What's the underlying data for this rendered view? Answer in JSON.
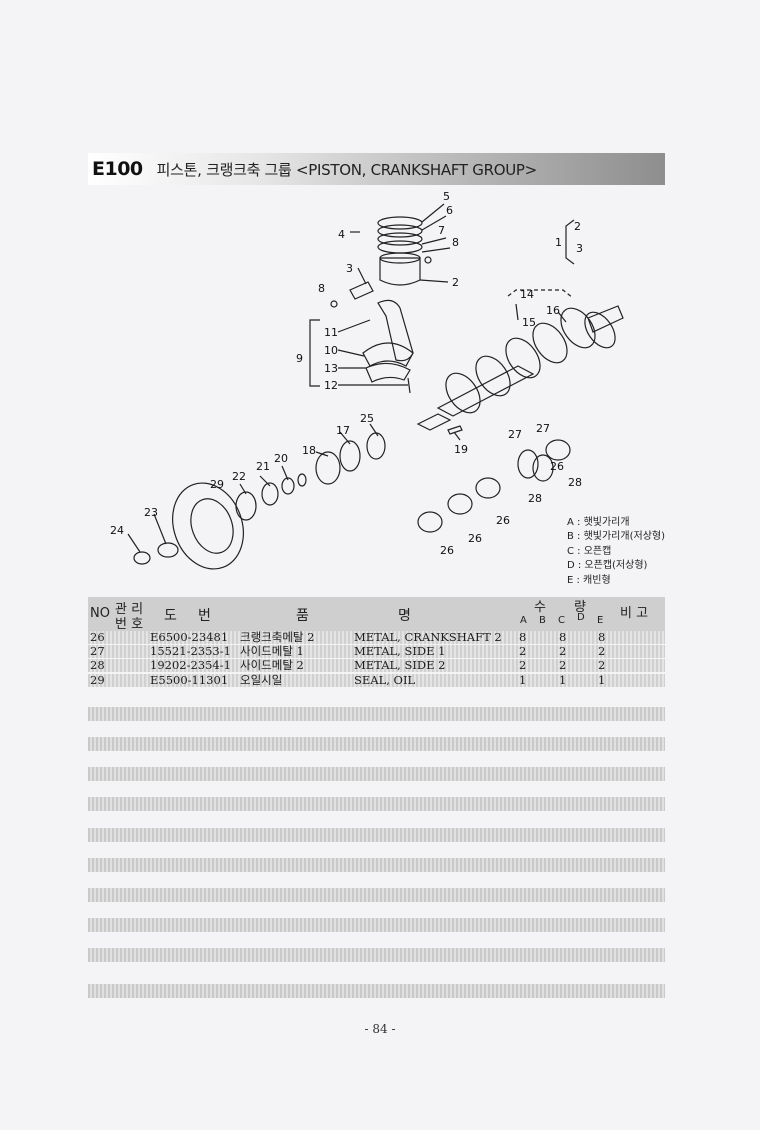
{
  "header": {
    "code": "E100",
    "title": "피스톤, 크랭크축 그룹 <PISTON, CRANKSHAFT GROUP>"
  },
  "legend": [
    "A : 햇빛가리개",
    "B : 햇빛가리개(저상형)",
    "C : 오픈캡",
    "D : 오픈캡(저상형)",
    "E : 캐빈형"
  ],
  "table": {
    "headers": {
      "no": "NO",
      "mgmt_top": "관 리",
      "mgmt_bottom": "번 호",
      "drawing_a": "도",
      "drawing_b": "번",
      "part_a": "품",
      "part_b": "명",
      "qty_a": "수",
      "qty_b": "량",
      "variants": [
        "A",
        "B",
        "C",
        "D",
        "E"
      ],
      "remarks": "비 고"
    },
    "rows": [
      {
        "no": "26",
        "part_no": "E6500-23481",
        "name_kr": "크랭크축메탈 2",
        "name_en": "METAL, CRANKSHAFT 2",
        "qty_a": "8",
        "qty_c": "8",
        "qty_e": "8"
      },
      {
        "no": "27",
        "part_no": "15521-2353-1",
        "name_kr": "사이드메탈 1",
        "name_en": "METAL, SIDE 1",
        "qty_a": "2",
        "qty_c": "2",
        "qty_e": "2"
      },
      {
        "no": "28",
        "part_no": "19202-2354-1",
        "name_kr": "사이드메탈 2",
        "name_en": "METAL, SIDE 2",
        "qty_a": "2",
        "qty_c": "2",
        "qty_e": "2"
      },
      {
        "no": "29",
        "part_no": "E5500-11301",
        "name_kr": "오일시일",
        "name_en": "SEAL, OIL",
        "qty_a": "1",
        "qty_c": "1",
        "qty_e": "1"
      }
    ]
  },
  "diagram": {
    "callouts": [
      "1",
      "2",
      "3",
      "4",
      "5",
      "6",
      "7",
      "8",
      "8",
      "9",
      "10",
      "11",
      "12",
      "13",
      "14",
      "15",
      "16",
      "17",
      "18",
      "19",
      "20",
      "21",
      "22",
      "23",
      "24",
      "25",
      "26",
      "26",
      "26",
      "26",
      "27",
      "27",
      "28",
      "28",
      "29"
    ]
  },
  "footer": {
    "page": "- 84 -"
  }
}
